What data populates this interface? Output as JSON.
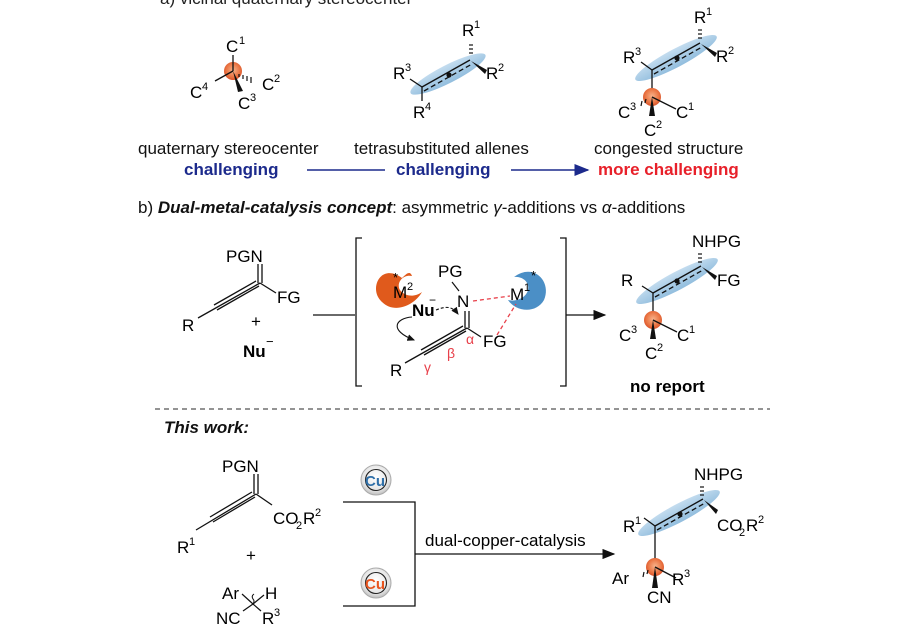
{
  "section_a": {
    "clipped_title": "a) vicinal quaternary stereocenter",
    "structure1": {
      "atoms": {
        "top": "C",
        "top_sup": "1",
        "right": "C",
        "right_sup": "2",
        "bottom": "C",
        "bottom_sup": "3",
        "left": "C",
        "left_sup": "4"
      },
      "caption": "quaternary stereocenter",
      "tag": "challenging"
    },
    "structure2": {
      "atoms": {
        "r1": "R",
        "r1_sup": "1",
        "r2": "R",
        "r2_sup": "2",
        "r3": "R",
        "r3_sup": "3",
        "r4": "R",
        "r4_sup": "4"
      },
      "caption": "tetrasubstituted allenes",
      "tag": "challenging"
    },
    "structure3": {
      "atoms": {
        "r1": "R",
        "r1_sup": "1",
        "r2": "R",
        "r2_sup": "2",
        "r3": "R",
        "r3_sup": "3",
        "c1": "C",
        "c1_sup": "1",
        "c2": "C",
        "c2_sup": "2",
        "c3": "C",
        "c3_sup": "3"
      },
      "caption": "congested structure",
      "tag": "more challenging"
    }
  },
  "section_b": {
    "prefix": "b) ",
    "title_bold": "Dual-metal-catalysis concept",
    "title_rest": ": asymmetric ",
    "gamma": "γ",
    "mid": "-additions vs ",
    "alpha": "α",
    "suffix": "-additions",
    "reactant": {
      "pgn": "PGN",
      "fg": "FG",
      "r": "R",
      "plus": "+",
      "nu": "Nu",
      "nu_charge": "−"
    },
    "intermediate": {
      "m2": "M",
      "m2_sup": "2",
      "m1": "M",
      "m1_sup": "1",
      "star": "*",
      "pg": "PG",
      "n": "N",
      "nu": "Nu",
      "nu_charge": "−",
      "fg": "FG",
      "r": "R",
      "alpha": "α",
      "beta": "β",
      "gamma": "γ"
    },
    "product": {
      "nhpg": "NHPG",
      "fg": "FG",
      "r": "R",
      "c1": "C",
      "c1_sup": "1",
      "c2": "C",
      "c2_sup": "2",
      "c3": "C",
      "c3_sup": "3",
      "caption": "no report"
    }
  },
  "section_c": {
    "title": "This work:",
    "reactant1": {
      "pgn": "PGN",
      "co2r2": "CO",
      "co2_sub": "2",
      "r": "R",
      "r_sup": "2",
      "r1": "R",
      "r1_sup": "1"
    },
    "plus": "+",
    "reactant2": {
      "ar": "Ar",
      "h": "H",
      "nc": "NC",
      "r3": "R",
      "r3_sup": "3"
    },
    "catalysts": [
      {
        "label": "Cu",
        "color": "#2f6fa8"
      },
      {
        "label": "Cu",
        "color": "#e8541e"
      }
    ],
    "conditions": "dual-copper-catalysis",
    "product": {
      "nhpg": "NHPG",
      "co": "CO",
      "co_sub": "2",
      "r2": "R",
      "r2_sup": "2",
      "r1": "R",
      "r1_sup": "1",
      "ar": "Ar",
      "cn": "CN",
      "r3": "R",
      "r3_sup": "3"
    }
  },
  "colors": {
    "challenging": "#1c2a8c",
    "more_challenging": "#e8202a",
    "stereo_orange": "#e8683a",
    "allene_blue": "#7fb2d8",
    "metal_orange": "#e05a1c",
    "metal_blue": "#4b8fc6",
    "dashed_red": "#e8404a"
  }
}
